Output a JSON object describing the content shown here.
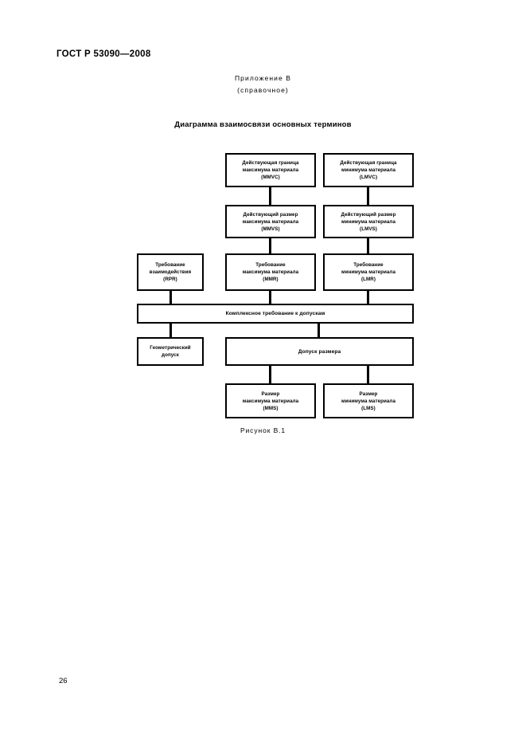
{
  "document": {
    "standard_header": "ГОСТ Р 53090—2008",
    "annex_title": "Приложение В",
    "annex_kind": "(справочное)",
    "figure_title": "Диаграмма взаимосвязи основных терминов",
    "figure_caption": "Рисунок В.1",
    "page_number": "26"
  },
  "diagram": {
    "nodes": [
      {
        "id": "mmvc",
        "label": "Действующая граница\nмаксимума материала\n(MMVC)"
      },
      {
        "id": "lmvc",
        "label": "Действующая граница\nминимума материала\n(LMVC)"
      },
      {
        "id": "mmvs",
        "label": "Действующий размер\nмаксимума материала\n(MMVS)"
      },
      {
        "id": "lmvs",
        "label": "Действующий размер\nминимума материала\n(LMVS)"
      },
      {
        "id": "rpr",
        "label": "Требование\nвзаимодействия\n(RPR)"
      },
      {
        "id": "mmr",
        "label": "Требование\nмаксимума материала\n(MMR)"
      },
      {
        "id": "lmr",
        "label": "Требование\nминимума материала\n(LMR)"
      },
      {
        "id": "complex",
        "label": "Комплексное требование к допускам"
      },
      {
        "id": "geotol",
        "label": "Геометрический\nдопуск"
      },
      {
        "id": "sizetol",
        "label": "Допуск размера"
      },
      {
        "id": "mms",
        "label": "Размер\nмаксимума материала\n(MMS)"
      },
      {
        "id": "lms",
        "label": "Размер\nминимума материала\n(LMS)"
      }
    ],
    "edges": [
      {
        "from": "mmvc",
        "to": "mmvs"
      },
      {
        "from": "lmvc",
        "to": "lmvs"
      },
      {
        "from": "mmvs",
        "to": "mmr"
      },
      {
        "from": "lmvs",
        "to": "lmr"
      },
      {
        "from": "rpr",
        "to": "complex"
      },
      {
        "from": "mmr",
        "to": "complex"
      },
      {
        "from": "lmr",
        "to": "complex"
      },
      {
        "from": "complex",
        "to": "geotol"
      },
      {
        "from": "complex",
        "to": "sizetol"
      },
      {
        "from": "sizetol",
        "to": "mms"
      },
      {
        "from": "sizetol",
        "to": "lms"
      }
    ]
  }
}
